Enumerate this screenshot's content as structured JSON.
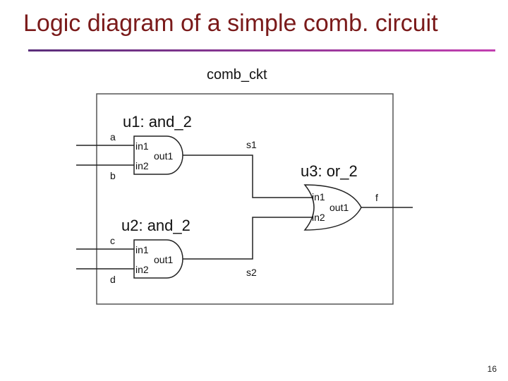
{
  "slide": {
    "title": "Logic diagram of a simple comb. circuit",
    "page_number": "16",
    "accent_color": "#7a1a1a",
    "rule_colors": [
      "#5a2e7a",
      "#c23fb0"
    ]
  },
  "diagram": {
    "module_name": "comb_ckt",
    "inputs": [
      "a",
      "b",
      "c",
      "d"
    ],
    "output": "f",
    "signals": [
      "s1",
      "s2"
    ],
    "gates": [
      {
        "instance": "u1: and_2",
        "type": "and",
        "pin_in1": "in1",
        "pin_in2": "in2",
        "pin_out": "out1"
      },
      {
        "instance": "u2: and_2",
        "type": "and",
        "pin_in1": "in1",
        "pin_in2": "in2",
        "pin_out": "out1"
      },
      {
        "instance": "u3: or_2",
        "type": "or",
        "pin_in1": "in1",
        "pin_in2": "in2",
        "pin_out": "out1"
      }
    ]
  }
}
